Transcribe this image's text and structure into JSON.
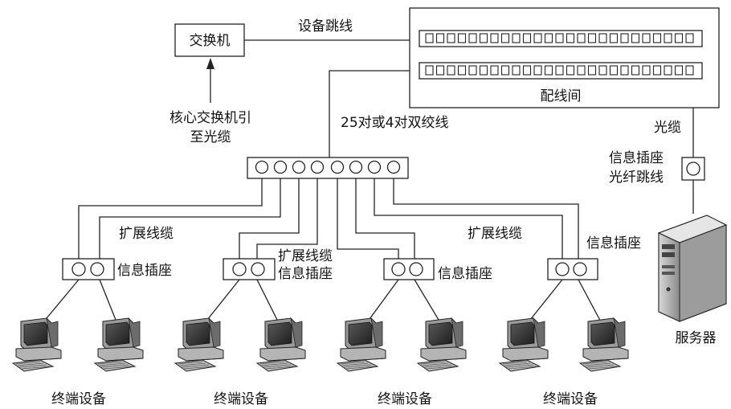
{
  "labels": {
    "switch": "交换机",
    "equipment_patch": "设备跳线",
    "core_switch_line1": "核心交换机引",
    "core_switch_line2": "至光缆",
    "wiring_closet": "配线间",
    "backbone_cable": "25对或4对双绞线",
    "fiber_cable": "光缆",
    "outlet_right_line1": "信息插座",
    "outlet_right_line2": "光纤跳线",
    "extension_cable_left": "扩展线缆",
    "extension_cable_middle": "扩展线缆",
    "extension_cable_right": "扩展线缆",
    "info_outlet_1": "信息插座",
    "info_outlet_2": "信息插座",
    "info_outlet_3": "信息插座",
    "info_outlet_server": "信息插座",
    "terminal_1": "终端设备",
    "terminal_2": "终端设备",
    "terminal_3": "终端设备",
    "terminal_4": "终端设备",
    "server": "服务器"
  },
  "colors": {
    "stroke": "#222222",
    "background": "#ffffff",
    "computer_gray": "#8a8a8a"
  },
  "icons": [
    "computer-icon",
    "server-icon",
    "info-outlet-icon",
    "patch-panel-icon"
  ]
}
